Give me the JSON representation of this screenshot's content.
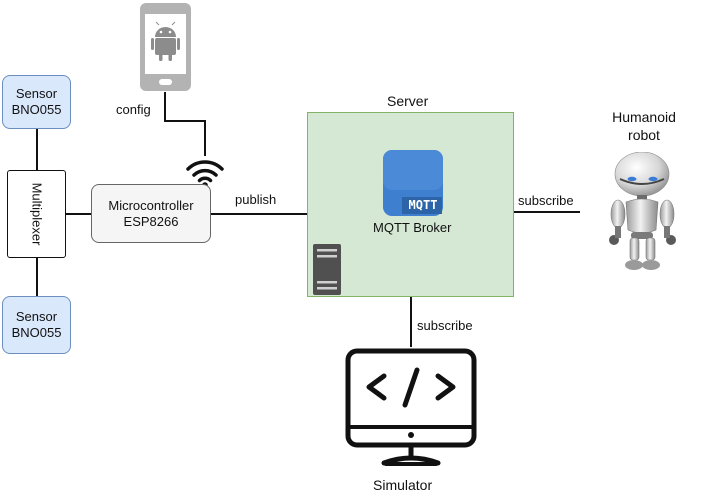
{
  "nodes": {
    "sensor_top": {
      "line1": "Sensor",
      "line2": "BNO055"
    },
    "sensor_bottom": {
      "line1": "Sensor",
      "line2": "BNO055"
    },
    "multiplexer": {
      "label": "Multiplexer"
    },
    "microcontroller": {
      "line1": "Microcontroller",
      "line2": "ESP8266"
    },
    "server": {
      "title": "Server"
    },
    "mqtt_broker": {
      "label": "MQTT Broker",
      "logo_text": "MQTT"
    },
    "humanoid": {
      "line1": "Humanoid",
      "line2": "robot"
    },
    "simulator": {
      "label": "Simulator"
    }
  },
  "edges": {
    "config_label": "config",
    "publish_label": "publish",
    "subscribe_robot_label": "subscribe",
    "subscribe_simulator_label": "subscribe"
  },
  "icons": {
    "phone": "android-phone-icon",
    "wifi": "wifi-icon",
    "server": "server-rack-icon",
    "mqtt": "mqtt-logo-icon",
    "robot": "humanoid-robot-icon",
    "monitor": "code-monitor-icon"
  },
  "colors": {
    "sensor_fill": "#dae8fc",
    "sensor_border": "#6c8ebf",
    "server_fill": "#d5e8d4",
    "server_border": "#82b366",
    "mqtt_logo": "#3f7fcf"
  }
}
